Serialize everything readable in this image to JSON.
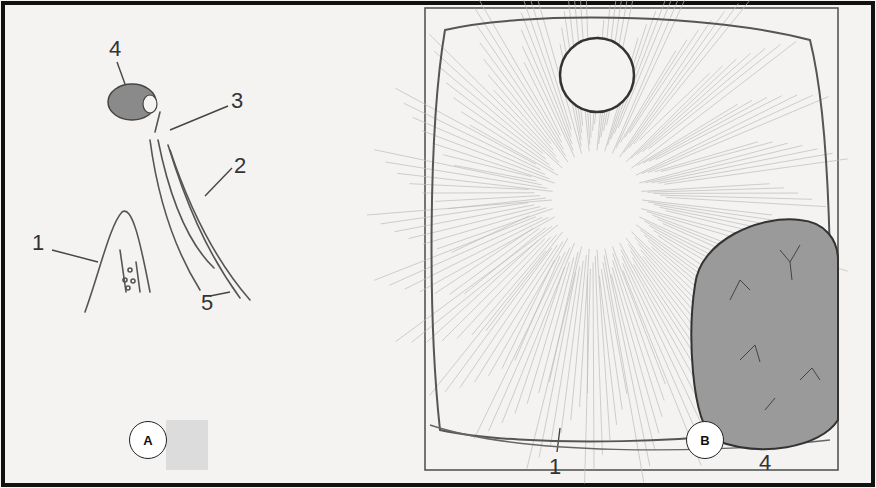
{
  "diagram": {
    "nodes": [
      {
        "text": [
          "A"
        ]
      },
      {
        "text": [
          "B"
        ]
      }
    ],
    "labels": [
      "4",
      "3",
      "2",
      "1",
      "5",
      "1",
      "4"
    ]
  }
}
